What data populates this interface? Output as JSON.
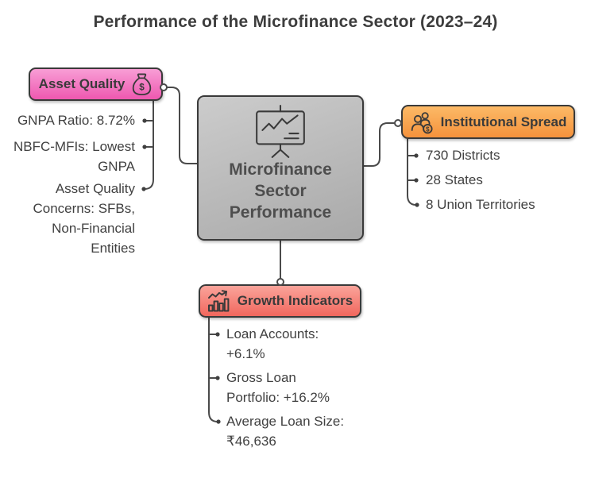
{
  "title": "Performance of the Microfinance Sector (2023–24)",
  "connector_color": "#4a4a4a",
  "center": {
    "label": "Microfinance\nSector\nPerformance",
    "icon": "presentation-chart-icon",
    "colors": {
      "top": "#cccccc",
      "bottom": "#a9a9a9"
    }
  },
  "branches": {
    "asset_quality": {
      "label": "Asset Quality",
      "icon": "money-bag-icon",
      "colors": {
        "top": "#f89ed6",
        "bottom": "#ee58b0"
      },
      "items": [
        "GNPA Ratio: 8.72%",
        "NBFC-MFIs: Lowest\nGNPA",
        "Asset Quality\nConcerns: SFBs,\nNon-Financial\nEntities"
      ]
    },
    "institutional_spread": {
      "label": "Institutional Spread",
      "icon": "people-coin-icon",
      "colors": {
        "top": "#fcba67",
        "bottom": "#f5923c"
      },
      "items": [
        "730 Districts",
        "28 States",
        "8 Union Territories"
      ]
    },
    "growth_indicators": {
      "label": "Growth Indicators",
      "icon": "bar-chart-arrow-icon",
      "colors": {
        "top": "#faa49b",
        "bottom": "#f1675d"
      },
      "items": [
        "Loan Accounts:\n+6.1%",
        "Gross Loan\nPortfolio: +16.2%",
        "Average Loan Size:\n₹46,636"
      ]
    }
  }
}
